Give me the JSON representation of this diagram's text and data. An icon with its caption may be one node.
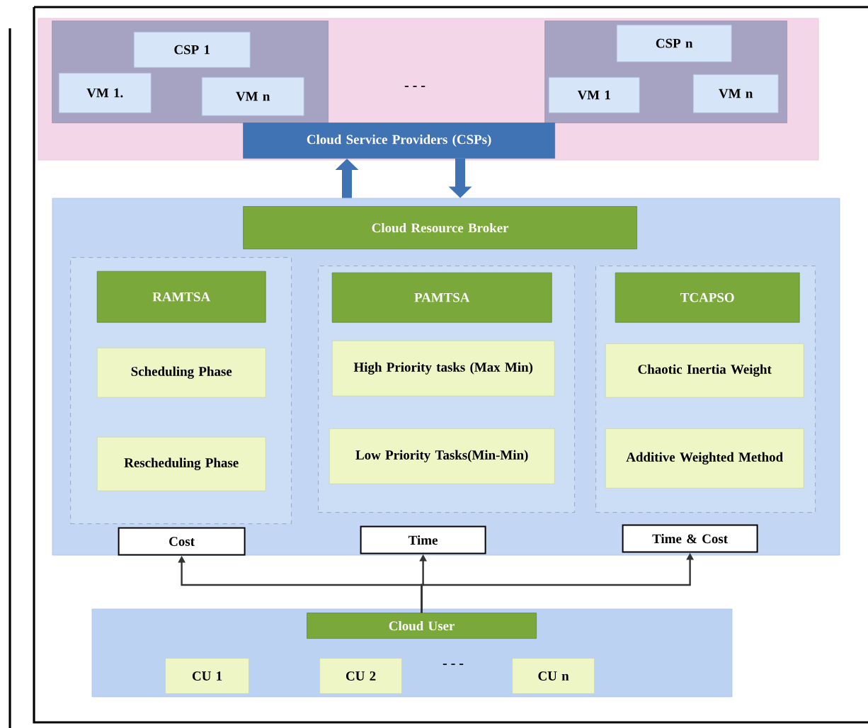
{
  "diagram": {
    "nodes": [
      {
        "text": [],
        "shape": "box"
      },
      {
        "text": [],
        "shape": "box",
        "in": 0
      },
      {
        "text": [
          "CSP 1"
        ],
        "in": 1
      },
      {
        "text": [
          "VM 1."
        ],
        "in": 1
      },
      {
        "text": [
          "VM n"
        ],
        "in": 1
      },
      {
        "text": [],
        "shape": "box",
        "in": 0
      },
      {
        "text": [
          "CSP n"
        ],
        "in": 5
      },
      {
        "text": [
          "VM 1"
        ],
        "in": 5
      },
      {
        "text": [
          "VM n"
        ],
        "in": 5
      },
      {
        "text": [
          "Cloud Service Providers (CSPs)"
        ],
        "in": 0
      },
      {
        "text": [],
        "shape": "box"
      },
      {
        "text": [
          "Cloud Resource Broker"
        ],
        "in": 10
      },
      {
        "text": [],
        "shape": "box",
        "in": 10
      },
      {
        "text": [
          "RAMTSA"
        ],
        "in": 12
      },
      {
        "text": [
          "Scheduling Phase"
        ],
        "in": 12
      },
      {
        "text": [
          "Rescheduling Phase"
        ],
        "in": 12
      },
      {
        "text": [],
        "shape": "box",
        "in": 10
      },
      {
        "text": [
          "PAMTSA"
        ],
        "in": 16
      },
      {
        "text": [
          "High Priority tasks (Max Min)"
        ],
        "in": 16
      },
      {
        "text": [
          "Low Priority Tasks(Min-Min)"
        ],
        "in": 16
      },
      {
        "text": [],
        "shape": "box",
        "in": 10
      },
      {
        "text": [
          "TCAPSO"
        ],
        "in": 20
      },
      {
        "text": [
          "Chaotic Inertia Weight"
        ],
        "in": 20
      },
      {
        "text": [
          "Additive Weighted Method"
        ],
        "in": 20
      },
      {
        "text": [
          "Cost"
        ],
        "in": 10
      },
      {
        "text": [
          "Time"
        ],
        "in": 10
      },
      {
        "text": [
          "Time & Cost"
        ],
        "in": 10
      },
      {
        "text": [],
        "shape": "box"
      },
      {
        "text": [
          "Cloud User"
        ],
        "in": 27
      },
      {
        "text": [
          "CU 1"
        ],
        "in": 27
      },
      {
        "text": [
          "CU 2"
        ],
        "in": 27
      },
      {
        "text": [
          "CU n"
        ],
        "in": 27
      }
    ],
    "edges": [
      {
        "from": 10,
        "to": 9,
        "arrow": "to",
        "style": "thick",
        "color": "#3f73b4"
      },
      {
        "from": 9,
        "to": 10,
        "arrow": "to",
        "style": "thick",
        "color": "#3f73b4"
      },
      {
        "from": 28,
        "to": 24,
        "arrow": "to"
      },
      {
        "from": 28,
        "to": 25,
        "arrow": "to"
      },
      {
        "from": 28,
        "to": 26,
        "arrow": "to"
      }
    ],
    "labels": [
      "- - -",
      "- - -"
    ]
  }
}
